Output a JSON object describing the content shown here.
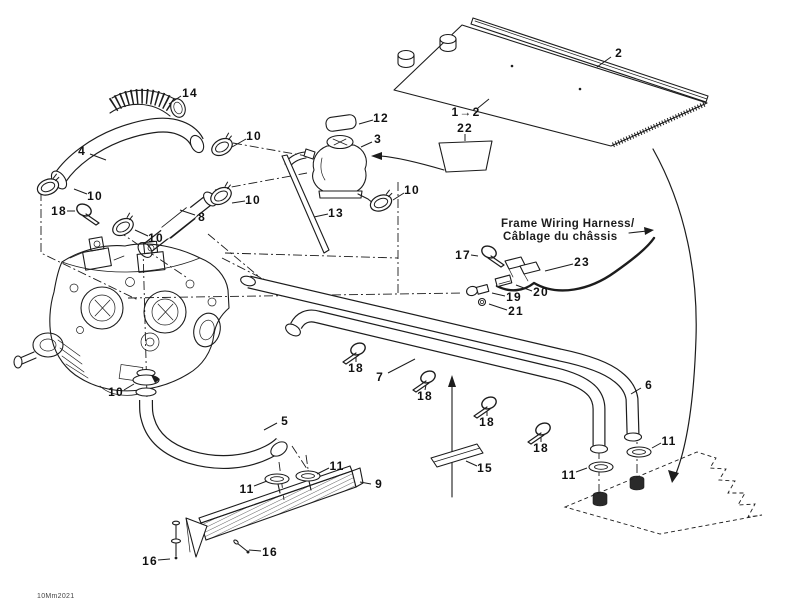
{
  "diagram": {
    "type": "exploded-parts-diagram",
    "doc_code": "10Mm2021",
    "harness": {
      "line1": "Frame Wiring Harness/",
      "line2": "Câblage du châssis"
    },
    "callouts": [
      {
        "label": "14"
      },
      {
        "label": "4"
      },
      {
        "label": "10"
      },
      {
        "label": "10"
      },
      {
        "label": "18"
      },
      {
        "label": "8"
      },
      {
        "label": "10"
      },
      {
        "label": "10"
      },
      {
        "label": "12"
      },
      {
        "label": "3"
      },
      {
        "label": "10"
      },
      {
        "label": "13"
      },
      {
        "label": "2"
      },
      {
        "label": "1→2"
      },
      {
        "label": "22"
      },
      {
        "label": "17"
      },
      {
        "label": "23"
      },
      {
        "label": "20"
      },
      {
        "label": "19"
      },
      {
        "label": "21"
      },
      {
        "label": "10"
      },
      {
        "label": "5"
      },
      {
        "label": "7"
      },
      {
        "label": "18"
      },
      {
        "label": "18"
      },
      {
        "label": "18"
      },
      {
        "label": "18"
      },
      {
        "label": "15"
      },
      {
        "label": "11"
      },
      {
        "label": "11"
      },
      {
        "label": "9"
      },
      {
        "label": "16"
      },
      {
        "label": "16"
      },
      {
        "label": "6"
      },
      {
        "label": "11"
      },
      {
        "label": "11"
      }
    ]
  }
}
